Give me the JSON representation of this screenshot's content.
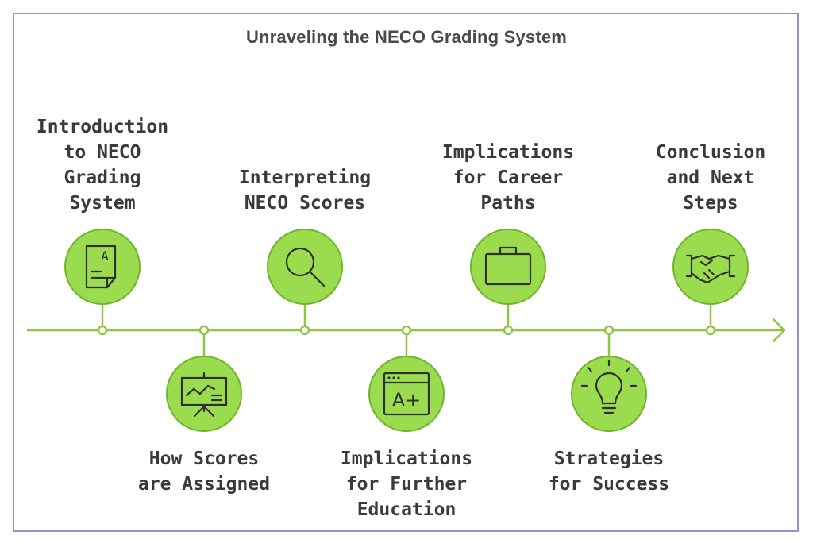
{
  "title": "Unraveling the NECO Grading System",
  "colors": {
    "line": "#8ec63f",
    "circle_fill": "#9bdc4f",
    "circle_stroke": "#6fb52c",
    "icon_stroke": "#2f2f2f",
    "frame": "#9b8ed6",
    "text": "#3a3a3a"
  },
  "stages": [
    {
      "label": "Introduction\nto NECO\nGrading\nSystem",
      "icon": "graded-paper-icon",
      "icon_text": "A",
      "position": "top"
    },
    {
      "label": "How Scores\nare Assigned",
      "icon": "presentation-chart-icon",
      "position": "bottom"
    },
    {
      "label": "Interpreting\nNECO Scores",
      "icon": "magnifier-icon",
      "position": "top"
    },
    {
      "label": "Implications\nfor Further\nEducation",
      "icon": "grade-window-icon",
      "icon_text": "A+",
      "position": "bottom"
    },
    {
      "label": "Implications\nfor Career\nPaths",
      "icon": "briefcase-icon",
      "position": "top"
    },
    {
      "label": "Strategies\nfor Success",
      "icon": "lightbulb-icon",
      "position": "bottom"
    },
    {
      "label": "Conclusion\nand Next\nSteps",
      "icon": "handshake-icon",
      "position": "top"
    }
  ]
}
